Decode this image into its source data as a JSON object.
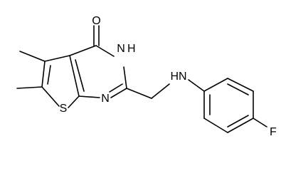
{
  "colors": {
    "background": "#ffffff",
    "bond": "#000000",
    "label": "#000000"
  },
  "atoms": {
    "oxygen": "O",
    "nh_ring": "N",
    "nh_ring_h": "H",
    "n_ring": "N",
    "sulfur": "S",
    "nh_amine": "HN",
    "fluorine": "F"
  }
}
